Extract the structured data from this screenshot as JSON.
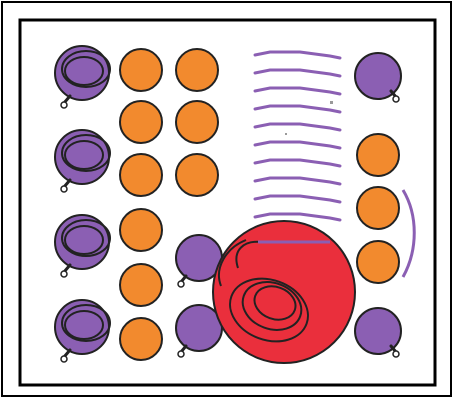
{
  "colors": {
    "page_background": "#ffffff",
    "outer_frame": "#000000",
    "board_border": "#000000",
    "board_fill": "#ffffff",
    "purple": "#8b5fb3",
    "orange": "#f28a2e",
    "red": "#ea2f3c",
    "stroke": "#222222",
    "line_purple": "#8b5fb3",
    "gray_tick": "#9a9a9a"
  },
  "pieces": {
    "left_stacks": [
      {
        "kind": "purple-stack",
        "handle": "handle-icon"
      },
      {
        "kind": "purple-stack",
        "handle": "handle-icon"
      },
      {
        "kind": "purple-stack",
        "handle": "handle-icon"
      },
      {
        "kind": "purple-stack",
        "handle": "handle-icon"
      }
    ],
    "orange_grid": [
      {
        "row": 1,
        "col": 1
      },
      {
        "row": 1,
        "col": 2
      },
      {
        "row": 2,
        "col": 1
      },
      {
        "row": 2,
        "col": 2
      },
      {
        "row": 3,
        "col": 1
      },
      {
        "row": 3,
        "col": 2
      },
      {
        "row": 4,
        "col": 1
      },
      {
        "row": 5,
        "col": 1
      },
      {
        "row": 6,
        "col": 1
      }
    ],
    "middle_purple": [
      {
        "handle": "handle-icon"
      },
      {
        "handle": "handle-icon"
      }
    ],
    "big_red": {
      "kind": "large-red-disc"
    },
    "right_column": [
      {
        "kind": "purple"
      },
      {
        "kind": "orange"
      },
      {
        "kind": "orange"
      },
      {
        "kind": "orange"
      },
      {
        "kind": "purple"
      }
    ],
    "rule_lines_count": 10
  }
}
